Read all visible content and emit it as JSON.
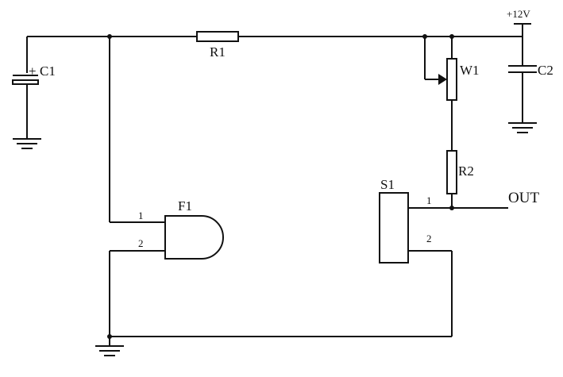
{
  "components": {
    "c1": {
      "label": "C1",
      "polarity": "+"
    },
    "c2": {
      "label": "C2"
    },
    "r1": {
      "label": "R1"
    },
    "r2": {
      "label": "R2"
    },
    "w1": {
      "label": "W1"
    },
    "f1": {
      "label": "F1",
      "pin1": "1",
      "pin2": "2"
    },
    "s1": {
      "label": "S1",
      "pin1": "1",
      "pin2": "2"
    }
  },
  "supply": {
    "label": "+12V"
  },
  "output": {
    "label": "OUT"
  }
}
